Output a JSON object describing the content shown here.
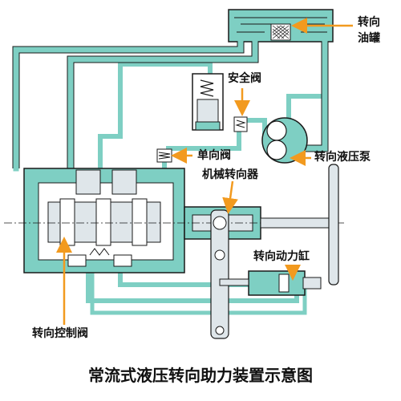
{
  "colors": {
    "fluid": "#7ecfc3",
    "outline": "#1a1a1a",
    "leader": "#f29a1f",
    "metal": "#dfe6ea",
    "background": "#ffffff"
  },
  "labels": {
    "tank": "转向\n油罐",
    "safety_valve": "安全阀",
    "check_valve": "单向阀",
    "pump": "转向液压泵",
    "steering_gear": "机械转向器",
    "power_cylinder": "转向动力缸",
    "control_valve": "转向控制阀"
  },
  "caption": "常流式液压转向助力装置示意图"
}
